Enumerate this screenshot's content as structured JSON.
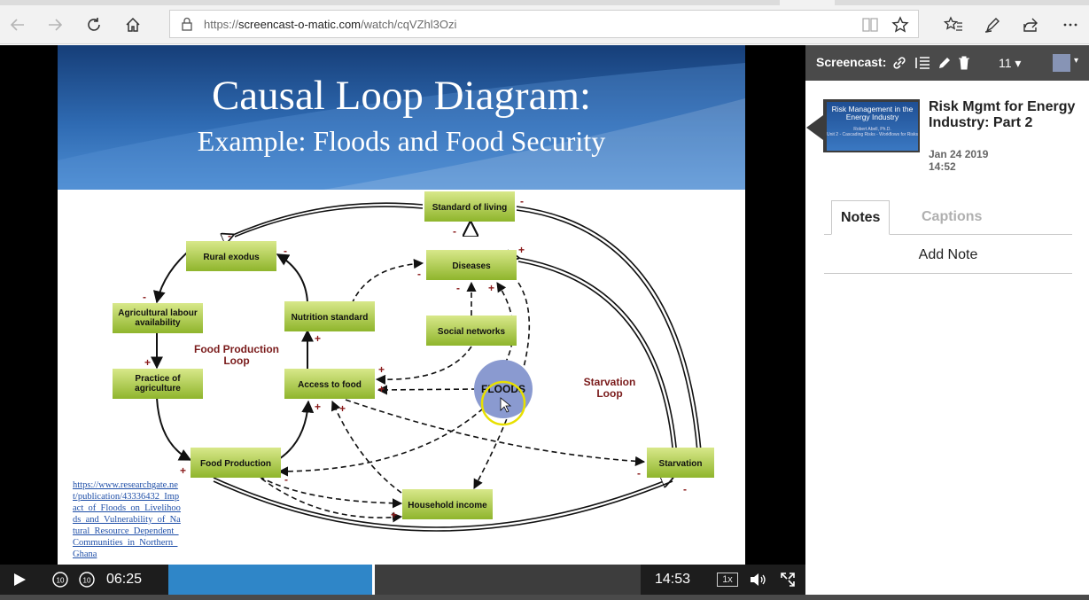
{
  "browser": {
    "url_prefix": "https://",
    "url_host": "screencast-o-matic.com",
    "url_path": "/watch/cqVZhl3Ozi"
  },
  "slide": {
    "title": "Causal Loop Diagram:",
    "subtitle": "Example: Floods and Food Security",
    "nodes": {
      "standard_of_living": "Standard of living",
      "rural_exodus": "Rural exodus",
      "diseases": "Diseases",
      "agri_labour": [
        "Agricultural labour",
        "availability"
      ],
      "nutrition_standard": "Nutrition standard",
      "social_networks": "Social networks",
      "practice_agri": [
        "Practice of",
        "agriculture"
      ],
      "access_to_food": "Access to food",
      "floods": "FLOODS",
      "food_production": "Food Production",
      "household_income": "Household income",
      "starvation": "Starvation"
    },
    "loops": {
      "food_production_loop": [
        "Food Production",
        "Loop"
      ],
      "starvation_loop": [
        "Starvation",
        "Loop"
      ]
    },
    "source_link": "https://www.researchgate.net/publication/43336432_Impact_of_Floods_on_Livelihoods_and_Vulnerability_of_Natural_Resource_Dependent_Communities_in_Northern_Ghana"
  },
  "player": {
    "current_time": "06:25",
    "duration": "14:53",
    "progress_fraction": 0.431,
    "speed": "1x"
  },
  "panel": {
    "brand": "Screencast:",
    "count": "11",
    "thumb_title": "Risk Management in the Energy Industry",
    "thumb_author": "Robert Abell, Ph.D.",
    "thumb_sub": "Unit 2 - Cascading Risks - Workflows for Risks",
    "video_title": "Risk Mgmt for Energy Industry: Part 2",
    "date": "Jan 24 2019",
    "time": "14:52",
    "tabs": [
      "Notes",
      "Captions"
    ],
    "add_note": "Add Note"
  },
  "colors": {
    "progress": "#2f86c8",
    "node_green": "#a8c83a",
    "loop_label": "#7a1b1b",
    "panel_header": "#4a4a4a"
  }
}
